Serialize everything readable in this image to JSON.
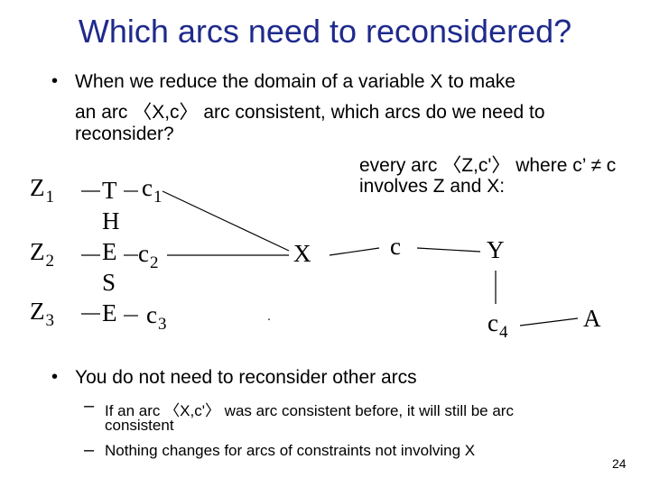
{
  "slide": {
    "title": "Which arcs need to reconsidered?",
    "bullet1": {
      "line1": "When we reduce the domain of a variable X  to make",
      "line2": "an arc 〈X,c〉 arc consistent, which arcs do we need to",
      "line3": "reconsider?"
    },
    "note": {
      "line1": "every arc 〈Z,c'〉 where c’ ≠ c",
      "line2": "involves Z and X:"
    },
    "graph": {
      "z_nodes": [
        {
          "var": "Z",
          "sub": "1"
        },
        {
          "var": "Z",
          "sub": "2"
        },
        {
          "var": "Z",
          "sub": "3"
        }
      ],
      "these": [
        "T",
        "H",
        "E",
        "S",
        "E"
      ],
      "c_nodes": [
        {
          "var": "c",
          "sub": "1"
        },
        {
          "var": "c",
          "sub": "2"
        },
        {
          "var": "c",
          "sub": "3"
        }
      ],
      "x": "X",
      "c": "c",
      "y": "Y",
      "c4": {
        "var": "c",
        "sub": "4"
      },
      "a": "A",
      "dot": "."
    },
    "bullet2": "You do not need to reconsider other arcs",
    "sub_bullets": {
      "item1_line1": "If an arc 〈X,c'〉 was arc consistent before, it will still be arc",
      "item1_line2": "consistent",
      "item2": "Nothing changes for arcs of constraints not involving X"
    },
    "page_number": "24"
  }
}
